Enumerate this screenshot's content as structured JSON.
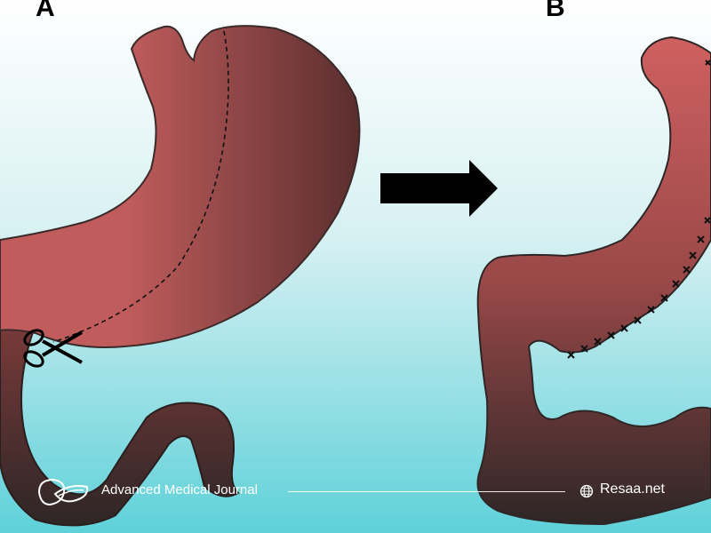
{
  "panels": {
    "a_label": "A",
    "b_label": "B"
  },
  "footer": {
    "journal": "Advanced Medical Journal",
    "site": "Resaa.net",
    "logo_icon": "stomach-logo-icon",
    "globe_icon": "globe-icon"
  },
  "colors": {
    "background_top": "#ffffff",
    "background_bottom": "#5fd1d9",
    "stomach_light": "#d06060",
    "stomach_dark": "#3a2a2a",
    "arrow": "#000000",
    "text": "#ffffff"
  }
}
